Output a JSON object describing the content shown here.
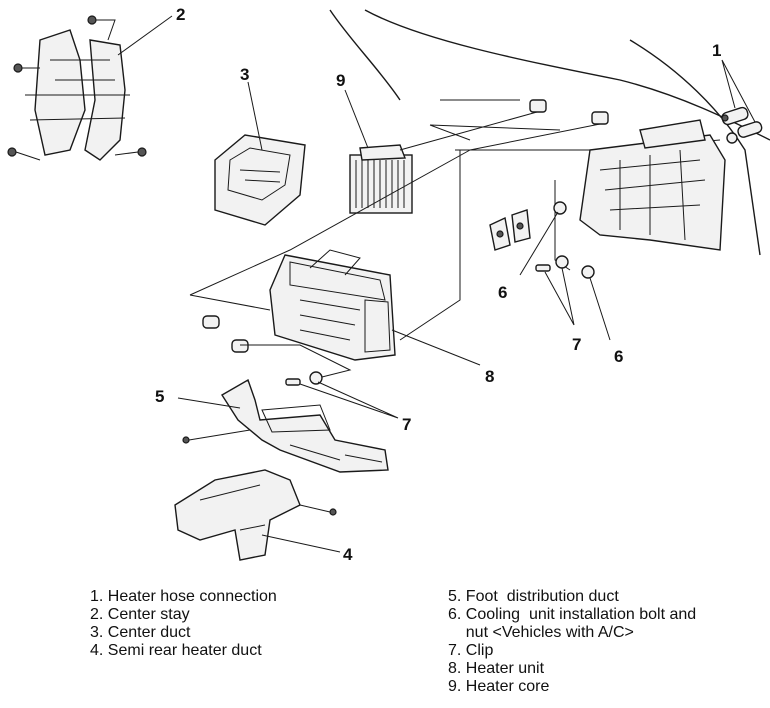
{
  "callouts": {
    "c1": "1",
    "c2": "2",
    "c3": "3",
    "c4": "4",
    "c5": "5",
    "c6a": "6",
    "c6b": "6",
    "c7a": "7",
    "c7b": "7",
    "c8": "8",
    "c9": "9"
  },
  "legend": {
    "left": [
      "1. Heater hose connection",
      "2. Center stay",
      "3. Center duct",
      "4. Semi rear heater duct"
    ],
    "right": [
      "5. Foot  distribution duct",
      "6. Cooling  unit installation bolt and",
      "    nut <Vehicles with A/C>",
      "7. Clip",
      "8. Heater unit",
      "9. Heater core"
    ]
  }
}
